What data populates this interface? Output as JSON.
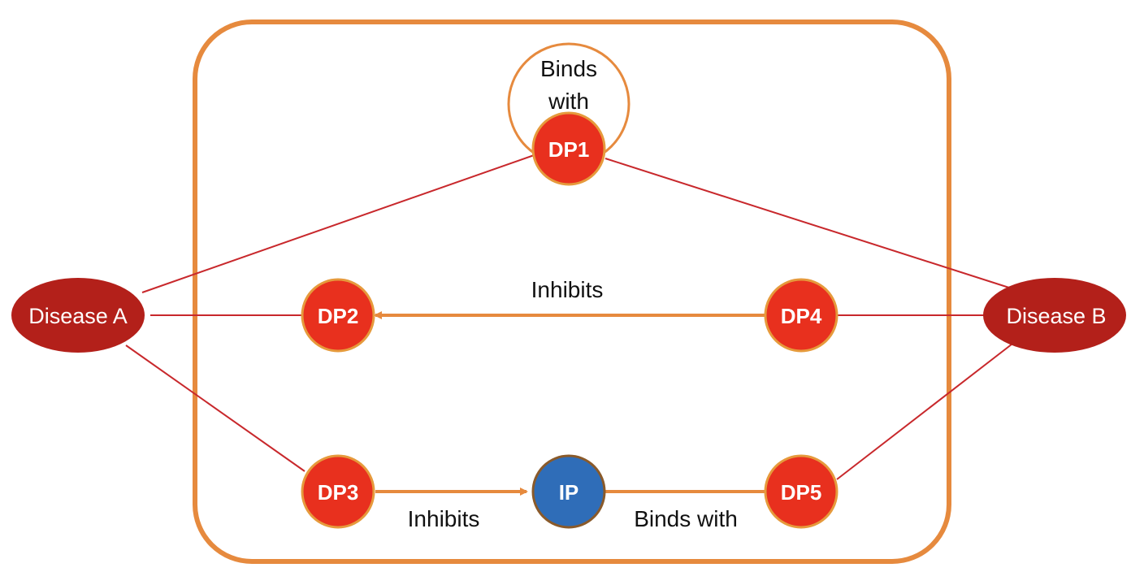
{
  "colors": {
    "frame": "#E68A3E",
    "edge_red": "#C8282C",
    "dp_fill": "#E8301E",
    "dp_stroke": "#E69A3C",
    "disease_fill": "#B3201A",
    "ip_fill": "#2F6DB8",
    "ip_stroke": "#8A5A2A",
    "arrow": "#E68A3E"
  },
  "nodes": {
    "disease_a": "Disease A",
    "disease_b": "Disease B",
    "dp1": "DP1",
    "dp2": "DP2",
    "dp3": "DP3",
    "dp4": "DP4",
    "dp5": "DP5",
    "ip": "IP"
  },
  "edges": {
    "self_loop_line1": "Binds",
    "self_loop_line2": "with",
    "dp4_to_dp2": "Inhibits",
    "dp3_to_ip": "Inhibits",
    "ip_dp5": "Binds with"
  }
}
